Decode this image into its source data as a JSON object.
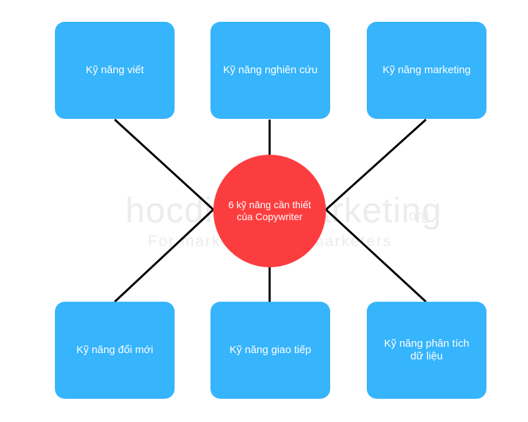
{
  "colors": {
    "node_fill": "#36b4fc",
    "hub_fill": "#fc3d3f",
    "connector": "#000000",
    "watermark": "#ececec"
  },
  "watermark": {
    "main": "hocdigitalmarketing",
    "tld": ".org",
    "tagline": "For marketers & by marketers"
  },
  "hub": {
    "label": "6 kỹ năng cần thiết của Copywriter"
  },
  "nodes": [
    {
      "label": "Kỹ năng viết"
    },
    {
      "label": "Kỹ năng nghiên cứu"
    },
    {
      "label": "Kỹ năng marketing"
    },
    {
      "label": "Kỹ năng đổi mới"
    },
    {
      "label": "Kỹ năng giao tiếp"
    },
    {
      "label": "Kỹ năng phân tích dữ liệu"
    }
  ]
}
